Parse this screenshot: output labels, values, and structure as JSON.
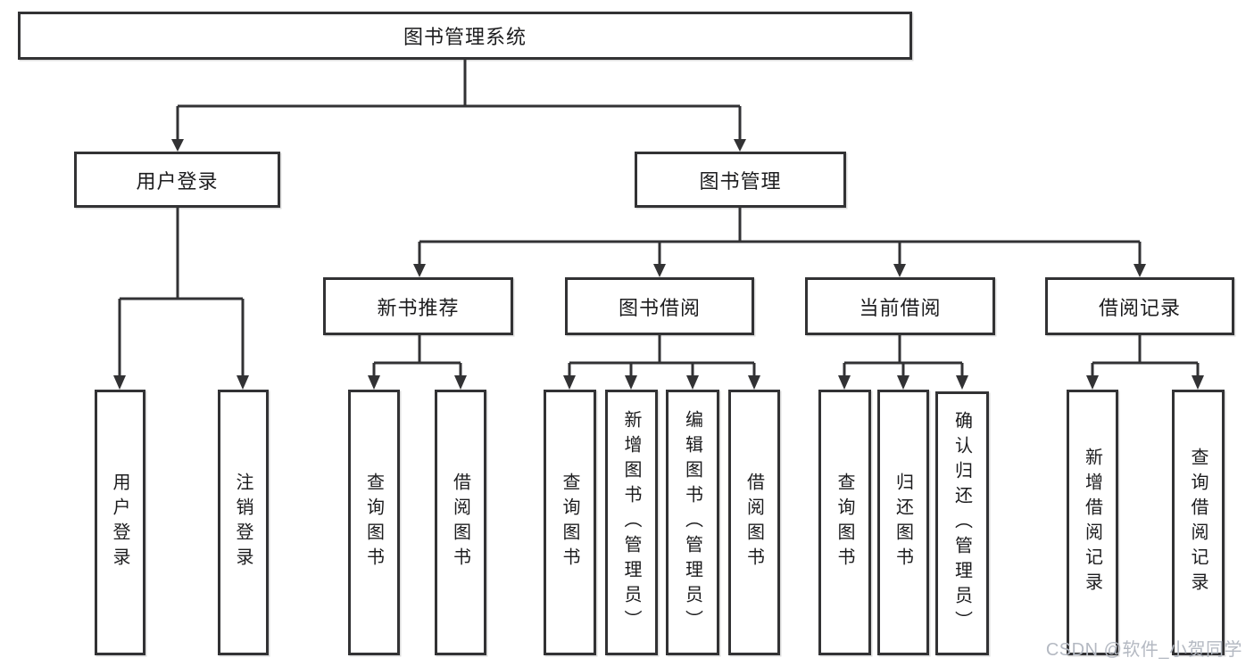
{
  "diagram": {
    "root": {
      "label": "图书管理系统"
    },
    "level1": [
      {
        "label": "用户登录"
      },
      {
        "label": "图书管理"
      }
    ],
    "level2": [
      {
        "label": "新书推荐"
      },
      {
        "label": "图书借阅"
      },
      {
        "label": "当前借阅"
      },
      {
        "label": "借阅记录"
      }
    ],
    "leaf_groups": [
      {
        "parent": "用户登录",
        "items": [
          "用户登录",
          "注销登录"
        ]
      },
      {
        "parent": "新书推荐",
        "items": [
          "查询图书",
          "借阅图书"
        ]
      },
      {
        "parent": "图书借阅",
        "items": [
          "查询图书",
          "新增图书（管理员）",
          "编辑图书（管理员）",
          "借阅图书"
        ]
      },
      {
        "parent": "当前借阅",
        "items": [
          "查询图书",
          "归还图书",
          "确认归还（管理员）"
        ]
      },
      {
        "parent": "借阅记录",
        "items": [
          "新增借阅记录",
          "查询借阅记录"
        ]
      }
    ]
  },
  "watermark": {
    "text": "CSDN @软件_小贺同学"
  },
  "colors": {
    "line": "#323234",
    "text": "#1c1c1e",
    "background": "#ffffff",
    "watermark": "#b4b9c2"
  }
}
